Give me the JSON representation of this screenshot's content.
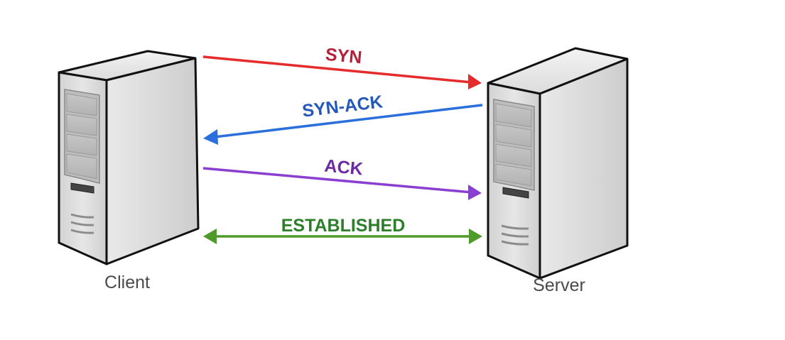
{
  "hosts": {
    "client": {
      "label": "Client"
    },
    "server": {
      "label": "Server"
    }
  },
  "messages": {
    "syn": {
      "label": "SYN",
      "color": "#e52b2b"
    },
    "syn_ack": {
      "label": "SYN-ACK",
      "color": "#2a6fdb"
    },
    "ack": {
      "label": "ACK",
      "color": "#8a3fd1"
    },
    "established": {
      "label": "ESTABLISHED",
      "color": "#4e9a2b"
    }
  },
  "label_colors": {
    "syn": "#b3223a",
    "syn_ack": "#2558b8",
    "ack": "#6e2aa0",
    "established": "#2e7d2a"
  }
}
